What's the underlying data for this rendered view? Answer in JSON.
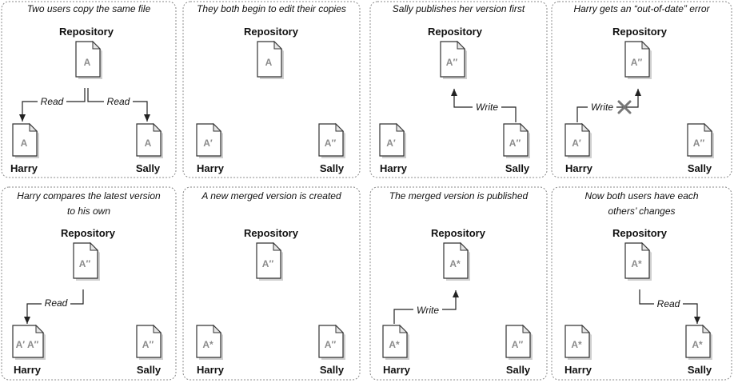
{
  "panels": [
    {
      "caption": [
        "Two users copy the same file"
      ],
      "repository_label": "Repository",
      "repository_version": "A",
      "harry_label": "Harry",
      "harry_version": "A",
      "sally_label": "Sally",
      "sally_version": "A",
      "arrows": [
        {
          "label": "Read",
          "from": "repository",
          "to": "harry"
        },
        {
          "label": "Read",
          "from": "repository",
          "to": "sally"
        }
      ]
    },
    {
      "caption": [
        "They both begin to edit their copies"
      ],
      "repository_label": "Repository",
      "repository_version": "A",
      "harry_label": "Harry",
      "harry_version": "A′",
      "sally_label": "Sally",
      "sally_version": "A″",
      "arrows": []
    },
    {
      "caption": [
        "Sally publishes her version first"
      ],
      "repository_label": "Repository",
      "repository_version": "A″",
      "harry_label": "Harry",
      "harry_version": "A′",
      "sally_label": "Sally",
      "sally_version": "A″",
      "arrows": [
        {
          "label": "Write",
          "from": "sally",
          "to": "repository"
        }
      ]
    },
    {
      "caption": [
        "Harry gets an “out-of-date” error"
      ],
      "repository_label": "Repository",
      "repository_version": "A″",
      "harry_label": "Harry",
      "harry_version": "A′",
      "sally_label": "Sally",
      "sally_version": "A″",
      "arrows": [
        {
          "label": "Write",
          "from": "harry",
          "to": "repository",
          "blocked": true
        }
      ]
    },
    {
      "caption": [
        "Harry compares the latest version",
        "to his own"
      ],
      "repository_label": "Repository",
      "repository_version": "A″",
      "harry_label": "Harry",
      "harry_version": "A′ A″",
      "sally_label": "Sally",
      "sally_version": "A″",
      "arrows": [
        {
          "label": "Read",
          "from": "repository",
          "to": "harry"
        }
      ]
    },
    {
      "caption": [
        "A new merged version is created"
      ],
      "repository_label": "Repository",
      "repository_version": "A″",
      "harry_label": "Harry",
      "harry_version": "A*",
      "sally_label": "Sally",
      "sally_version": "A″",
      "arrows": []
    },
    {
      "caption": [
        "The merged version is published"
      ],
      "repository_label": "Repository",
      "repository_version": "A*",
      "harry_label": "Harry",
      "harry_version": "A*",
      "sally_label": "Sally",
      "sally_version": "A″",
      "arrows": [
        {
          "label": "Write",
          "from": "harry",
          "to": "repository"
        }
      ]
    },
    {
      "caption": [
        "Now both users have each",
        "others’ changes"
      ],
      "repository_label": "Repository",
      "repository_version": "A*",
      "harry_label": "Harry",
      "harry_version": "A*",
      "sally_label": "Sally",
      "sally_version": "A*",
      "arrows": [
        {
          "label": "Read",
          "from": "repository",
          "to": "sally"
        }
      ]
    }
  ]
}
